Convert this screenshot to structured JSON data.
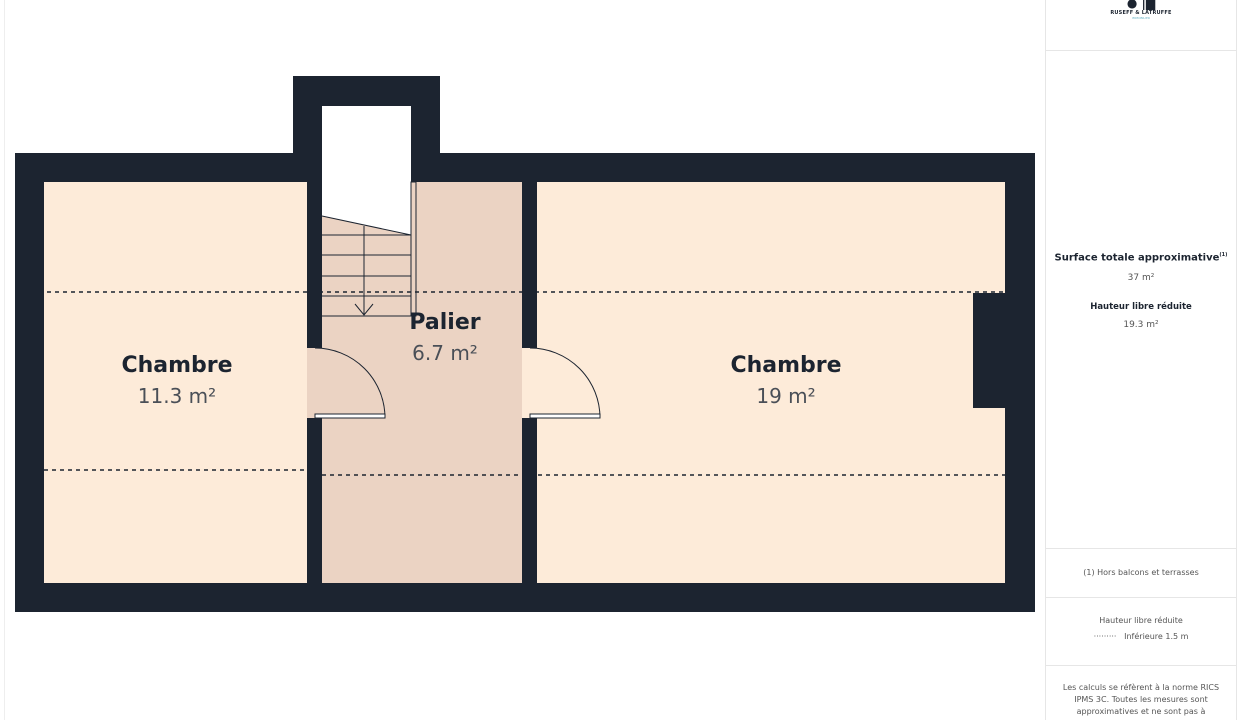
{
  "brand": {
    "name": "RUSEFF & LATRUFFE",
    "tagline": "IMMOBILIER"
  },
  "rooms": [
    {
      "name": "Chambre",
      "area": "11.3 m²"
    },
    {
      "name": "Palier",
      "area": "6.7 m²"
    },
    {
      "name": "Chambre",
      "area": "19 m²"
    }
  ],
  "summary": {
    "total_label": "Surface totale approximative",
    "total_footnote": "(1)",
    "total_value": "37 m²",
    "reduced_label": "Hauteur libre réduite",
    "reduced_value": "19.3 m²"
  },
  "footnote": "(1) Hors balcons et terrasses",
  "legend": {
    "title": "Hauteur libre réduite",
    "line_symbol": "·········",
    "item": "Inférieure 1.5 m"
  },
  "disclaimer": "Les calculs se réfèrent à la norme RICS IPMS 3C. Toutes les mesures sont approximatives et ne sont pas à",
  "colors": {
    "wall": "#1c2430",
    "room": "#fdebd9",
    "landing": "#ebd3c3"
  }
}
